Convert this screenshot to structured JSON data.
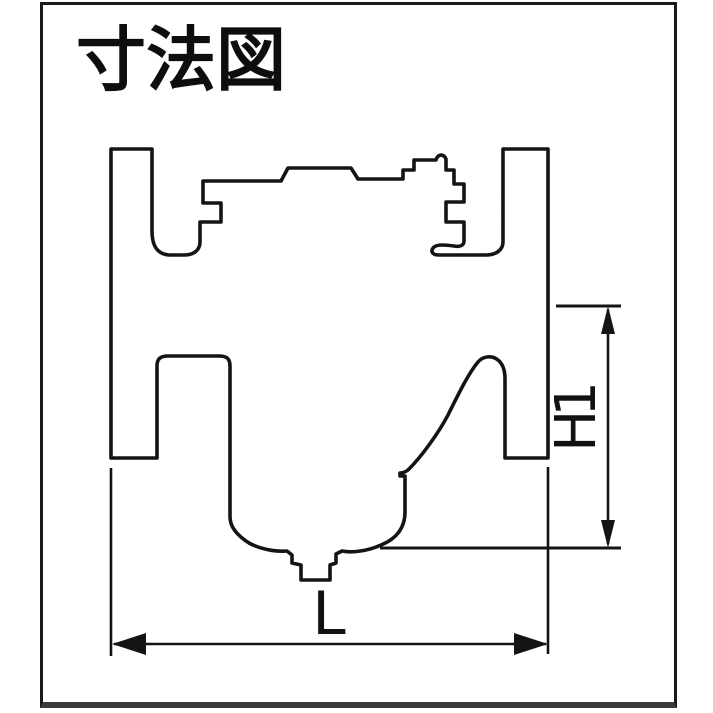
{
  "title": "寸法図",
  "dimensions": {
    "h1_label": "H1",
    "l_label": "L"
  },
  "colors": {
    "line": "#141414",
    "frame_border": "#1a1a1a",
    "frame_border_bottom": "#3a3a3a",
    "background": "#ffffff"
  }
}
